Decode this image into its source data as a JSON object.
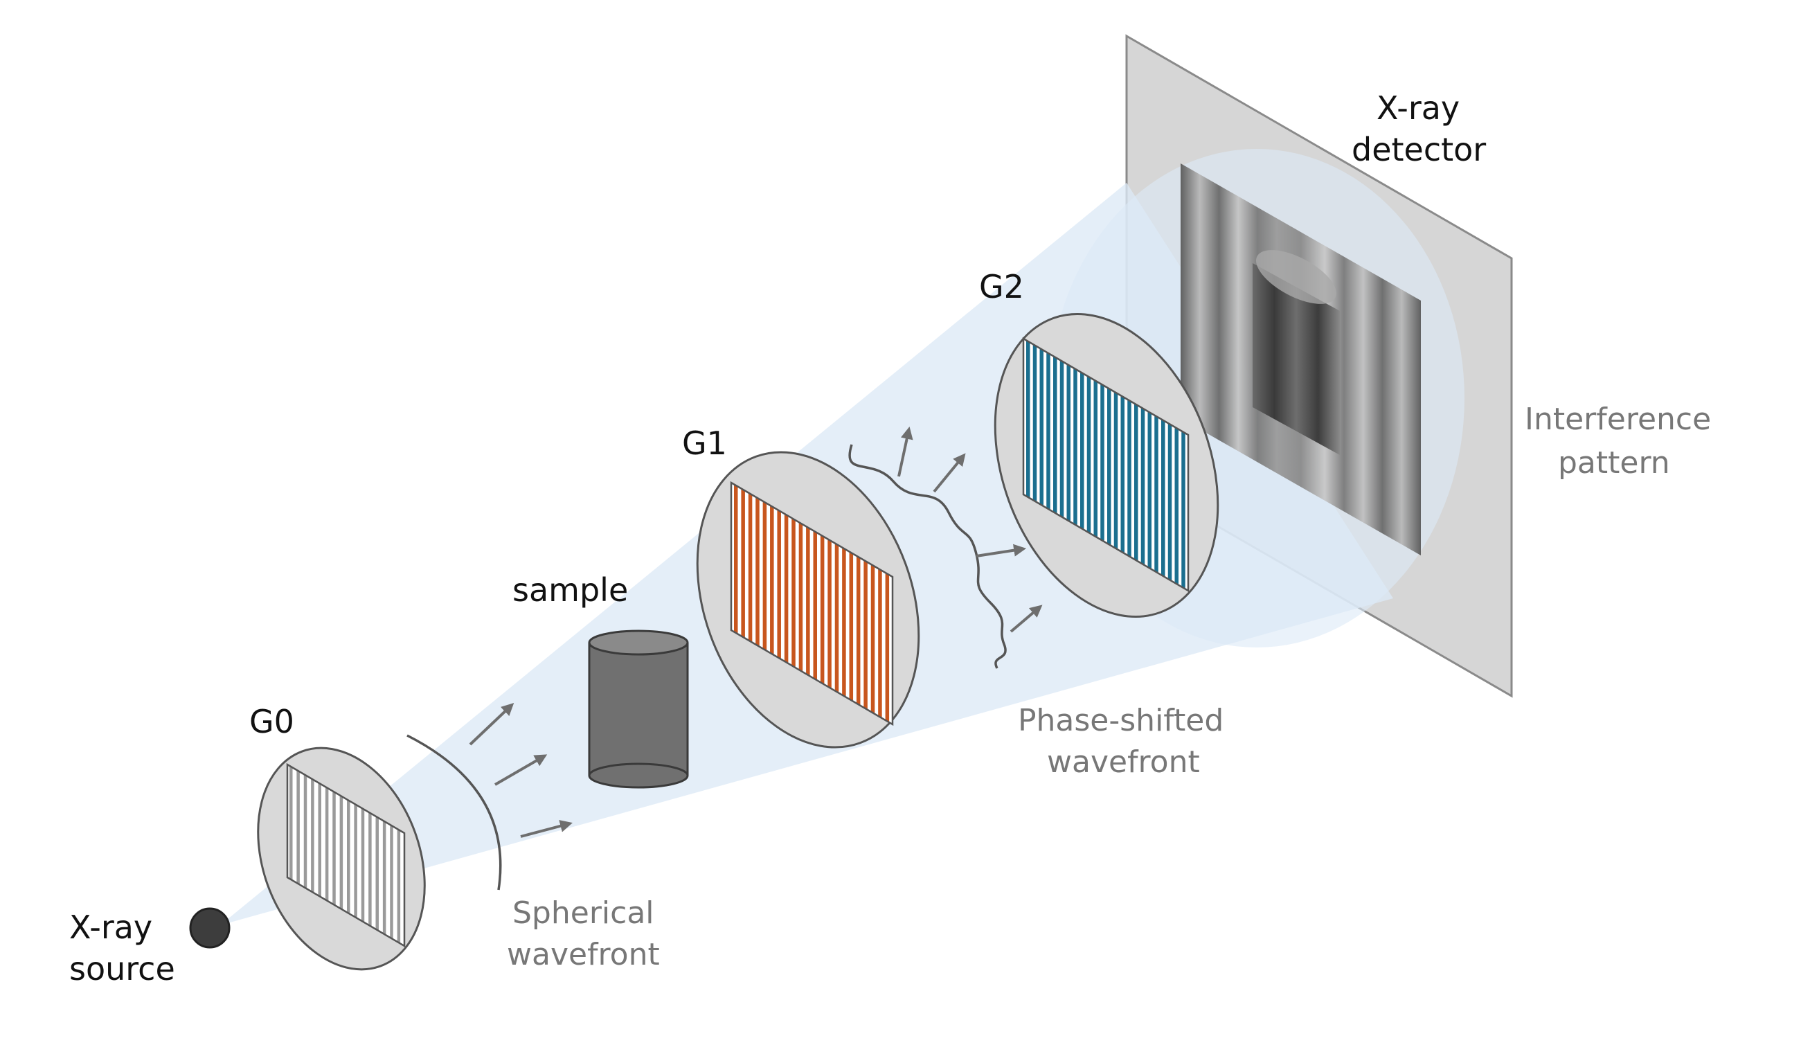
{
  "labels": {
    "source_line1": "X-ray",
    "source_line2": "source",
    "g0": "G0",
    "spherical_line1": "Spherical",
    "spherical_line2": "wavefront",
    "sample": "sample",
    "g1": "G1",
    "g2": "G2",
    "phase_line1": "Phase-shifted",
    "phase_line2": "wavefront",
    "detector_line1": "X-ray",
    "detector_line2": "detector",
    "interference_line1": "Interference",
    "interference_line2": "pattern"
  },
  "colors": {
    "beam": "#dce9f6",
    "grating_disc": "#d9d9d9",
    "g0_lines": "#9a9a9a",
    "g1_lines": "#c8561e",
    "g2_lines": "#1b6f8f",
    "sample": "#707070",
    "detector": "#d6d6d6",
    "arrow": "#6e6e6e",
    "source": "#3d3d3d"
  }
}
